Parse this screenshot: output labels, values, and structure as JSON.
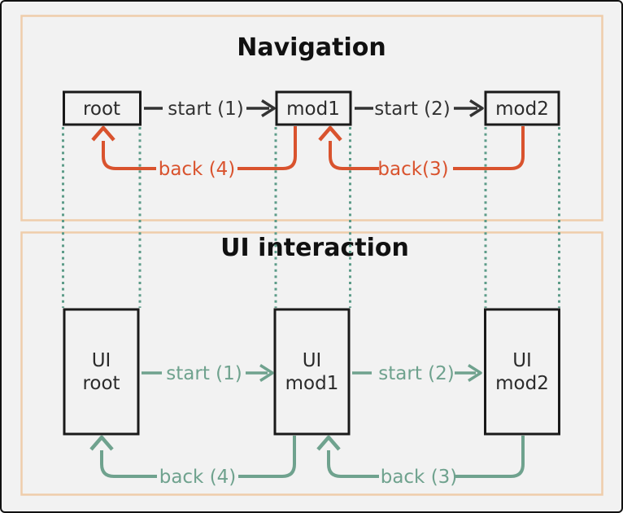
{
  "navigation_panel": {
    "title": "Navigation",
    "nodes": [
      {
        "label": "root"
      },
      {
        "label": "mod1"
      },
      {
        "label": "mod2"
      }
    ],
    "links": {
      "start1": "start (1)",
      "start2": "start (2)",
      "back4": "back (4)",
      "back3": "back(3)"
    }
  },
  "ui_panel": {
    "title": "UI interaction",
    "nodes": [
      {
        "line1": "UI",
        "line2": "root"
      },
      {
        "line1": "UI",
        "line2": "mod1"
      },
      {
        "line1": "UI",
        "line2": "mod2"
      }
    ],
    "links": {
      "start1": "start (1)",
      "start2": "start (2)",
      "back4": "back (4)",
      "back3": "back (3)"
    }
  },
  "colors": {
    "background": "#f2f2f2",
    "panel_border": "#efcdab",
    "node_border": "#1a1a1a",
    "nav_link": "#333333",
    "back_link_nav": "#d9532e",
    "ui_link": "#6fa28e",
    "lifeline_dots": "#5d9c89",
    "title_text": "#111111"
  }
}
